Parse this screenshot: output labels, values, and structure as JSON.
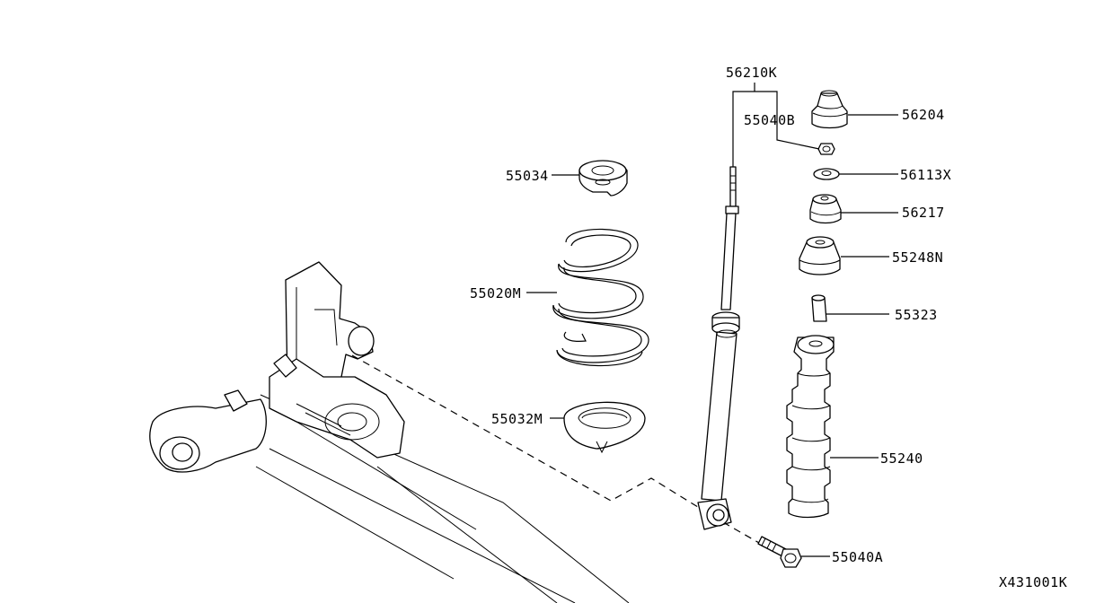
{
  "diagram": {
    "parts": {
      "shock_absorber": "56210K",
      "nut_upper": "55040B",
      "bound_bumper_cap": "56204",
      "washer": "56113X",
      "bushing": "56217",
      "mount_insulator": "55248N",
      "spacer": "55323",
      "bumper_boot": "55240",
      "bolt_lower": "55040A",
      "spring_seat_upper": "55034",
      "coil_spring": "55020M",
      "spring_seat_lower": "55032M"
    },
    "figure_code": "X431001K"
  }
}
